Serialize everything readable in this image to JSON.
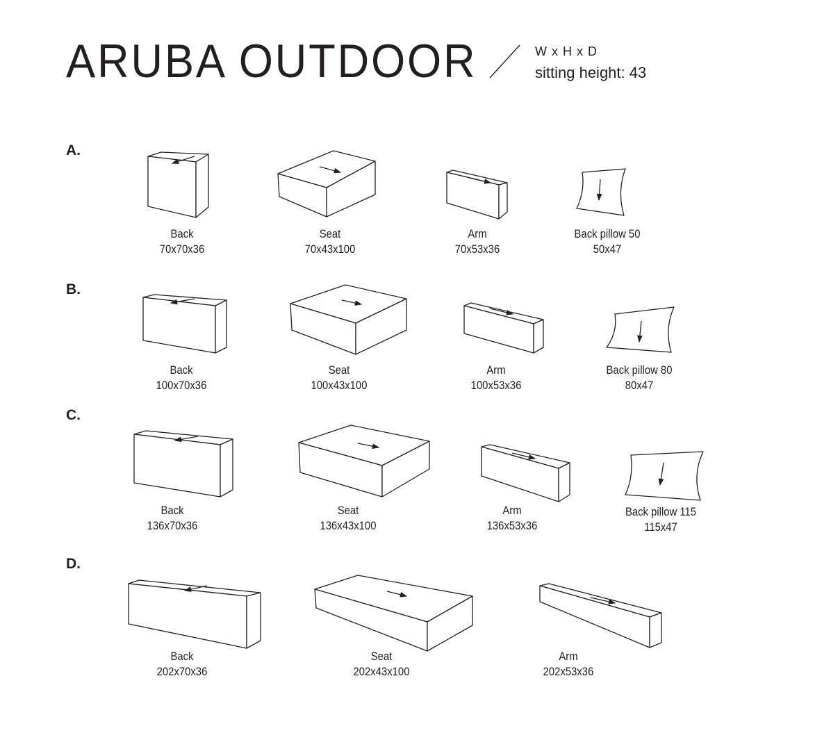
{
  "header": {
    "title": "ARUBA OUTDOOR",
    "dims_label": "W x H x D",
    "sitting_height": "sitting height: 43"
  },
  "rows": [
    {
      "letter": "A.",
      "items": [
        {
          "name": "Back",
          "size": "70x70x36"
        },
        {
          "name": "Seat",
          "size": "70x43x100"
        },
        {
          "name": "Arm",
          "size": "70x53x36"
        },
        {
          "name": "Back pillow 50",
          "size": "50x47"
        }
      ]
    },
    {
      "letter": "B.",
      "items": [
        {
          "name": "Back",
          "size": "100x70x36"
        },
        {
          "name": "Seat",
          "size": "100x43x100"
        },
        {
          "name": "Arm",
          "size": "100x53x36"
        },
        {
          "name": "Back pillow 80",
          "size": "80x47"
        }
      ]
    },
    {
      "letter": "C.",
      "items": [
        {
          "name": "Back",
          "size": "136x70x36"
        },
        {
          "name": "Seat",
          "size": "136x43x100"
        },
        {
          "name": "Arm",
          "size": "136x53x36"
        },
        {
          "name": "Back pillow 115",
          "size": "115x47"
        }
      ]
    },
    {
      "letter": "D.",
      "items": [
        {
          "name": "Back",
          "size": "202x70x36"
        },
        {
          "name": "Seat",
          "size": "202x43x100"
        },
        {
          "name": "Arm",
          "size": "202x53x36"
        }
      ]
    }
  ]
}
